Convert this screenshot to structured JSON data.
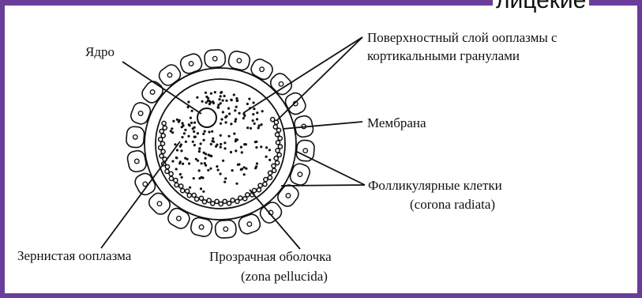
{
  "top_fragment": "лицекие",
  "labels": {
    "nucleus": "Ядро",
    "surface_layer": "Поверхностный  слой ооплазмы с",
    "surface_layer_2": "кортикальными гранулами",
    "membrane": "Мембрана",
    "follicular": "Фолликулярные клетки",
    "follicular_2": "(corona radiata)",
    "granular": "Зернистая ооплазма",
    "zona": "Прозрачная оболочка",
    "zona_2": "(zona pellucida)"
  },
  "colors": {
    "frame": "#6a3d9a",
    "ink": "#111111"
  }
}
